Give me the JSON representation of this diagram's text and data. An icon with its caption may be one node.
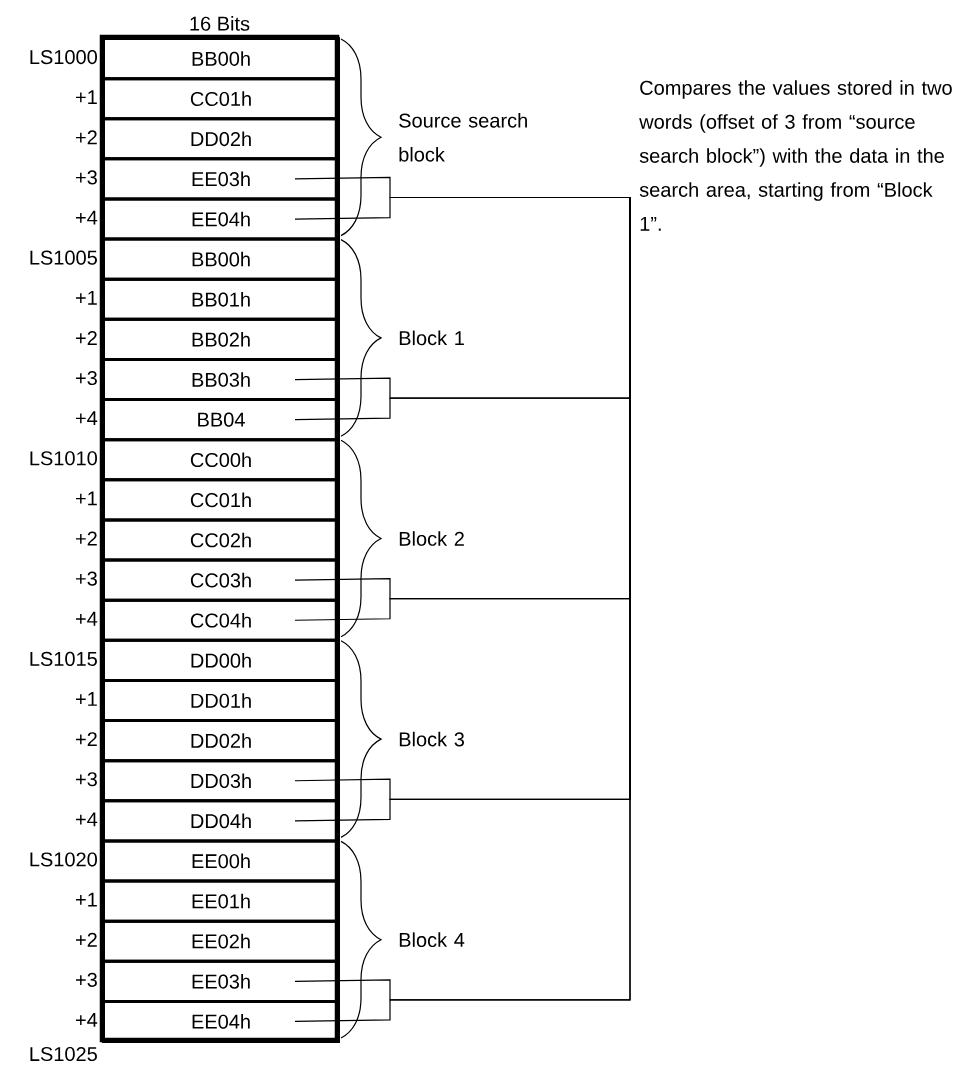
{
  "diagram": {
    "nodes": [
      {
        "text": [
          "BB00h"
        ]
      },
      {
        "text": [
          "CC01h"
        ]
      },
      {
        "text": [
          "DD02h"
        ]
      },
      {
        "text": [
          "EE03h"
        ]
      },
      {
        "text": [
          "EE04h"
        ]
      },
      {
        "text": [
          "BB00h"
        ]
      },
      {
        "text": [
          "BB01h"
        ]
      },
      {
        "text": [
          "BB02h"
        ]
      },
      {
        "text": [
          "BB03h"
        ]
      },
      {
        "text": [
          "BB04"
        ]
      },
      {
        "text": [
          "CC00h"
        ]
      },
      {
        "text": [
          "CC01h"
        ]
      },
      {
        "text": [
          "CC02h"
        ]
      },
      {
        "text": [
          "CC03h"
        ]
      },
      {
        "text": [
          "CC04h"
        ]
      },
      {
        "text": [
          "DD00h"
        ]
      },
      {
        "text": [
          "DD01h"
        ]
      },
      {
        "text": [
          "DD02h"
        ]
      },
      {
        "text": [
          "DD03h"
        ]
      },
      {
        "text": [
          "DD04h"
        ]
      },
      {
        "text": [
          "EE00h"
        ]
      },
      {
        "text": [
          "EE01h"
        ]
      },
      {
        "text": [
          "EE02h"
        ]
      },
      {
        "text": [
          "EE03h"
        ]
      },
      {
        "text": [
          "EE04h"
        ]
      },
      {
        "text": [
          "Compares the values stored in two words (offset of 3 from “source search block”) with the data in the search area, starting from “Block 1”."
        ]
      }
    ],
    "edges": [
      {
        "from": 3,
        "to": 25,
        "arrow": "none"
      },
      {
        "from": 4,
        "to": 25,
        "arrow": "none"
      },
      {
        "from": 8,
        "to": 25,
        "arrow": "none"
      },
      {
        "from": 9,
        "to": 25,
        "arrow": "none"
      },
      {
        "from": 13,
        "to": 25,
        "arrow": "none"
      },
      {
        "from": 14,
        "to": 25,
        "arrow": "none"
      },
      {
        "from": 18,
        "to": 25,
        "arrow": "none"
      },
      {
        "from": 19,
        "to": 25,
        "arrow": "none"
      },
      {
        "from": 23,
        "to": 25,
        "arrow": "none"
      },
      {
        "from": 24,
        "to": 25,
        "arrow": "none"
      }
    ],
    "labels": [
      "16 Bits",
      "LS1000",
      "+1",
      "+2",
      "+3",
      "+4",
      "LS1005",
      "+1",
      "+2",
      "+3",
      "+4",
      "LS1010",
      "+1",
      "+2",
      "+3",
      "+4",
      "LS1015",
      "+1",
      "+2",
      "+3",
      "+4",
      "LS1020",
      "+1",
      "+2",
      "+3",
      "+4",
      "LS1025",
      "Source search block",
      "Block 1",
      "Block 2",
      "Block 3",
      "Block 4"
    ]
  }
}
